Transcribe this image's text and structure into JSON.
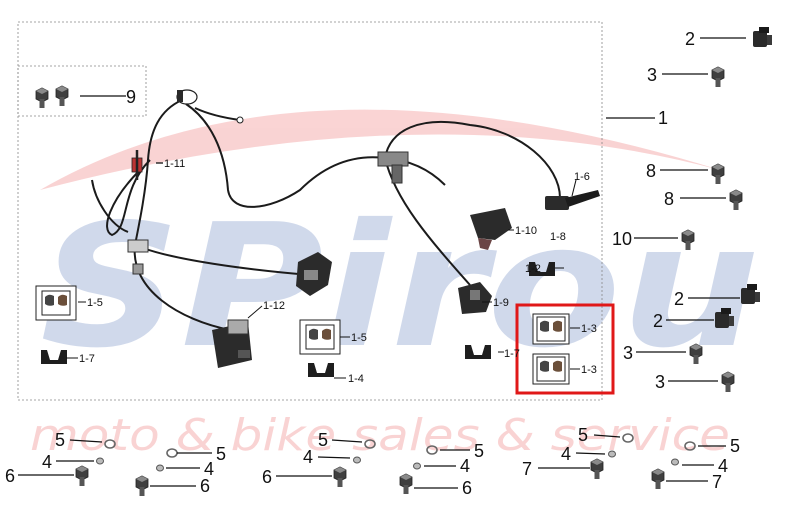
{
  "watermark": {
    "brand": "SPirou",
    "tagline": "moto & bike sales & service",
    "colors": {
      "brand": "#2d56a8",
      "tagline": "#e63b3b"
    }
  },
  "highlight_color": "#e01818",
  "labels": {
    "l1": "1",
    "l1_2": "1-2",
    "l1_3a": "1-3",
    "l1_3b": "1-3",
    "l1_4": "1-4",
    "l1_5a": "1-5",
    "l1_5b": "1-5",
    "l1_6": "1-6",
    "l1_7a": "1-7",
    "l1_7b": "1-7",
    "l1_8": "1-8",
    "l1_9": "1-9",
    "l1_10": "1-10",
    "l1_11": "1-11",
    "l1_12": "1-12",
    "l2a": "2",
    "l2b": "2",
    "l2c": "2",
    "l3a": "3",
    "l3b": "3",
    "l3c": "3",
    "l8a": "8",
    "l8b": "8",
    "l9": "9",
    "l10": "10",
    "g1_5": "5",
    "g1_4": "4",
    "g1_6": "6",
    "g2_5": "5",
    "g2_4": "4",
    "g2_6": "6",
    "g3_5": "5",
    "g3_4": "4",
    "g3_6": "6",
    "g4_5": "5",
    "g4_4": "4",
    "g4_6": "6",
    "g5_5": "5",
    "g5_4": "4",
    "g5_7": "7",
    "g6_5": "5",
    "g6_4": "4",
    "g6_7": "7"
  }
}
